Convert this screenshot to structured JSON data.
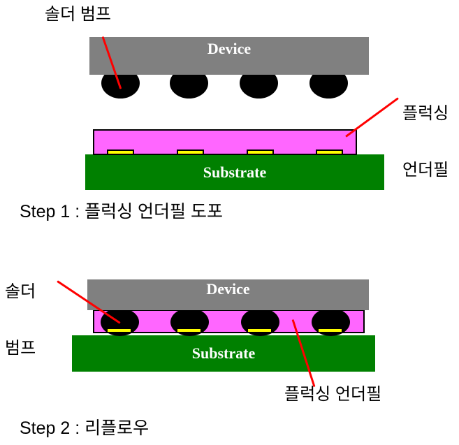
{
  "figure": {
    "colors": {
      "device_gray": "#808080",
      "underfill_pink": "#FF66FF",
      "substrate_green": "#008000",
      "pad_yellow": "#FFFF00",
      "bump_black": "#000000",
      "annotation_red": "#FF0000"
    },
    "step1": {
      "label_solder_bump": "솔더 범프",
      "device": "Device",
      "substrate": "Substrate",
      "label_underfill_line1": "플럭싱",
      "label_underfill_line2": "언더필",
      "caption": "Step 1 : 플럭싱 언더필 도포"
    },
    "step2": {
      "label_solder_bump_line1": "솔더",
      "label_solder_bump_line2": "범프",
      "device": "Device",
      "substrate": "Substrate",
      "label_underfill": "플럭싱 언더필",
      "caption": "Step 2 : 리플로우"
    }
  }
}
